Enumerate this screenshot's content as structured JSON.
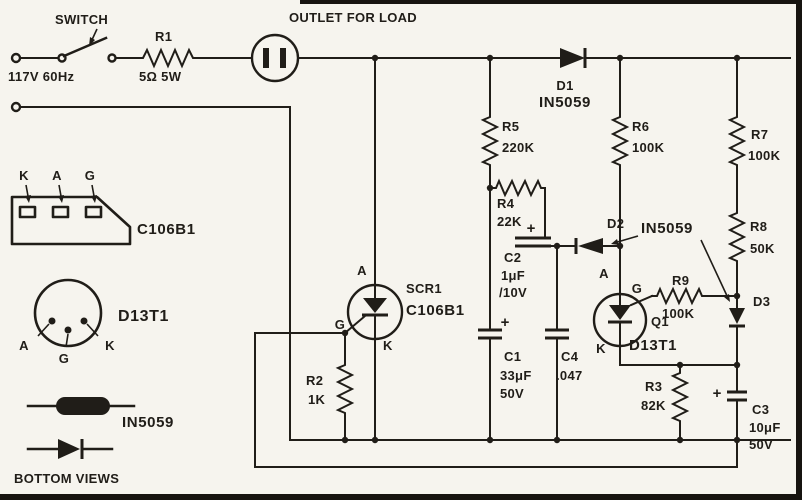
{
  "colors": {
    "ink": "#201d18",
    "paper": "#f6f4ee"
  },
  "power": {
    "switch": "SWITCH",
    "input": "117V 60Hz",
    "outlet": "OUTLET FOR LOAD"
  },
  "parts": {
    "r1": {
      "ref": "R1",
      "value": "5Ω 5W"
    },
    "r2": {
      "ref": "R2",
      "value": "1K"
    },
    "r3": {
      "ref": "R3",
      "value": "82K"
    },
    "r4": {
      "ref": "R4",
      "value": "22K"
    },
    "r5": {
      "ref": "R5",
      "value": "220K"
    },
    "r6": {
      "ref": "R6",
      "value": "100K"
    },
    "r7": {
      "ref": "R7",
      "value": "100K"
    },
    "r8": {
      "ref": "R8",
      "value": "50K"
    },
    "r9": {
      "ref": "R9",
      "value": "100K"
    },
    "c1": {
      "ref": "C1",
      "value": "33μF",
      "voltage": "50V"
    },
    "c2": {
      "ref": "C2",
      "value": "1μF",
      "voltage": "/10V"
    },
    "c3": {
      "ref": "C3",
      "value": "10μF",
      "voltage": "50V"
    },
    "c4": {
      "ref": "C4",
      "value": ".047"
    },
    "d1": {
      "ref": "D1",
      "part": "IN5059"
    },
    "d2": {
      "ref": "D2",
      "part": "IN5059"
    },
    "d3": {
      "ref": "D3"
    },
    "scr1": {
      "ref": "SCR1",
      "part": "C106B1"
    },
    "q1": {
      "ref": "Q1",
      "part": "D13T1"
    }
  },
  "pins": {
    "a": "A",
    "g": "G",
    "k": "K",
    "plus": "+"
  },
  "packages": {
    "c106b1": "C106B1",
    "d13t1": "D13T1",
    "in5059": "IN5059",
    "caption": "BOTTOM VIEWS"
  }
}
